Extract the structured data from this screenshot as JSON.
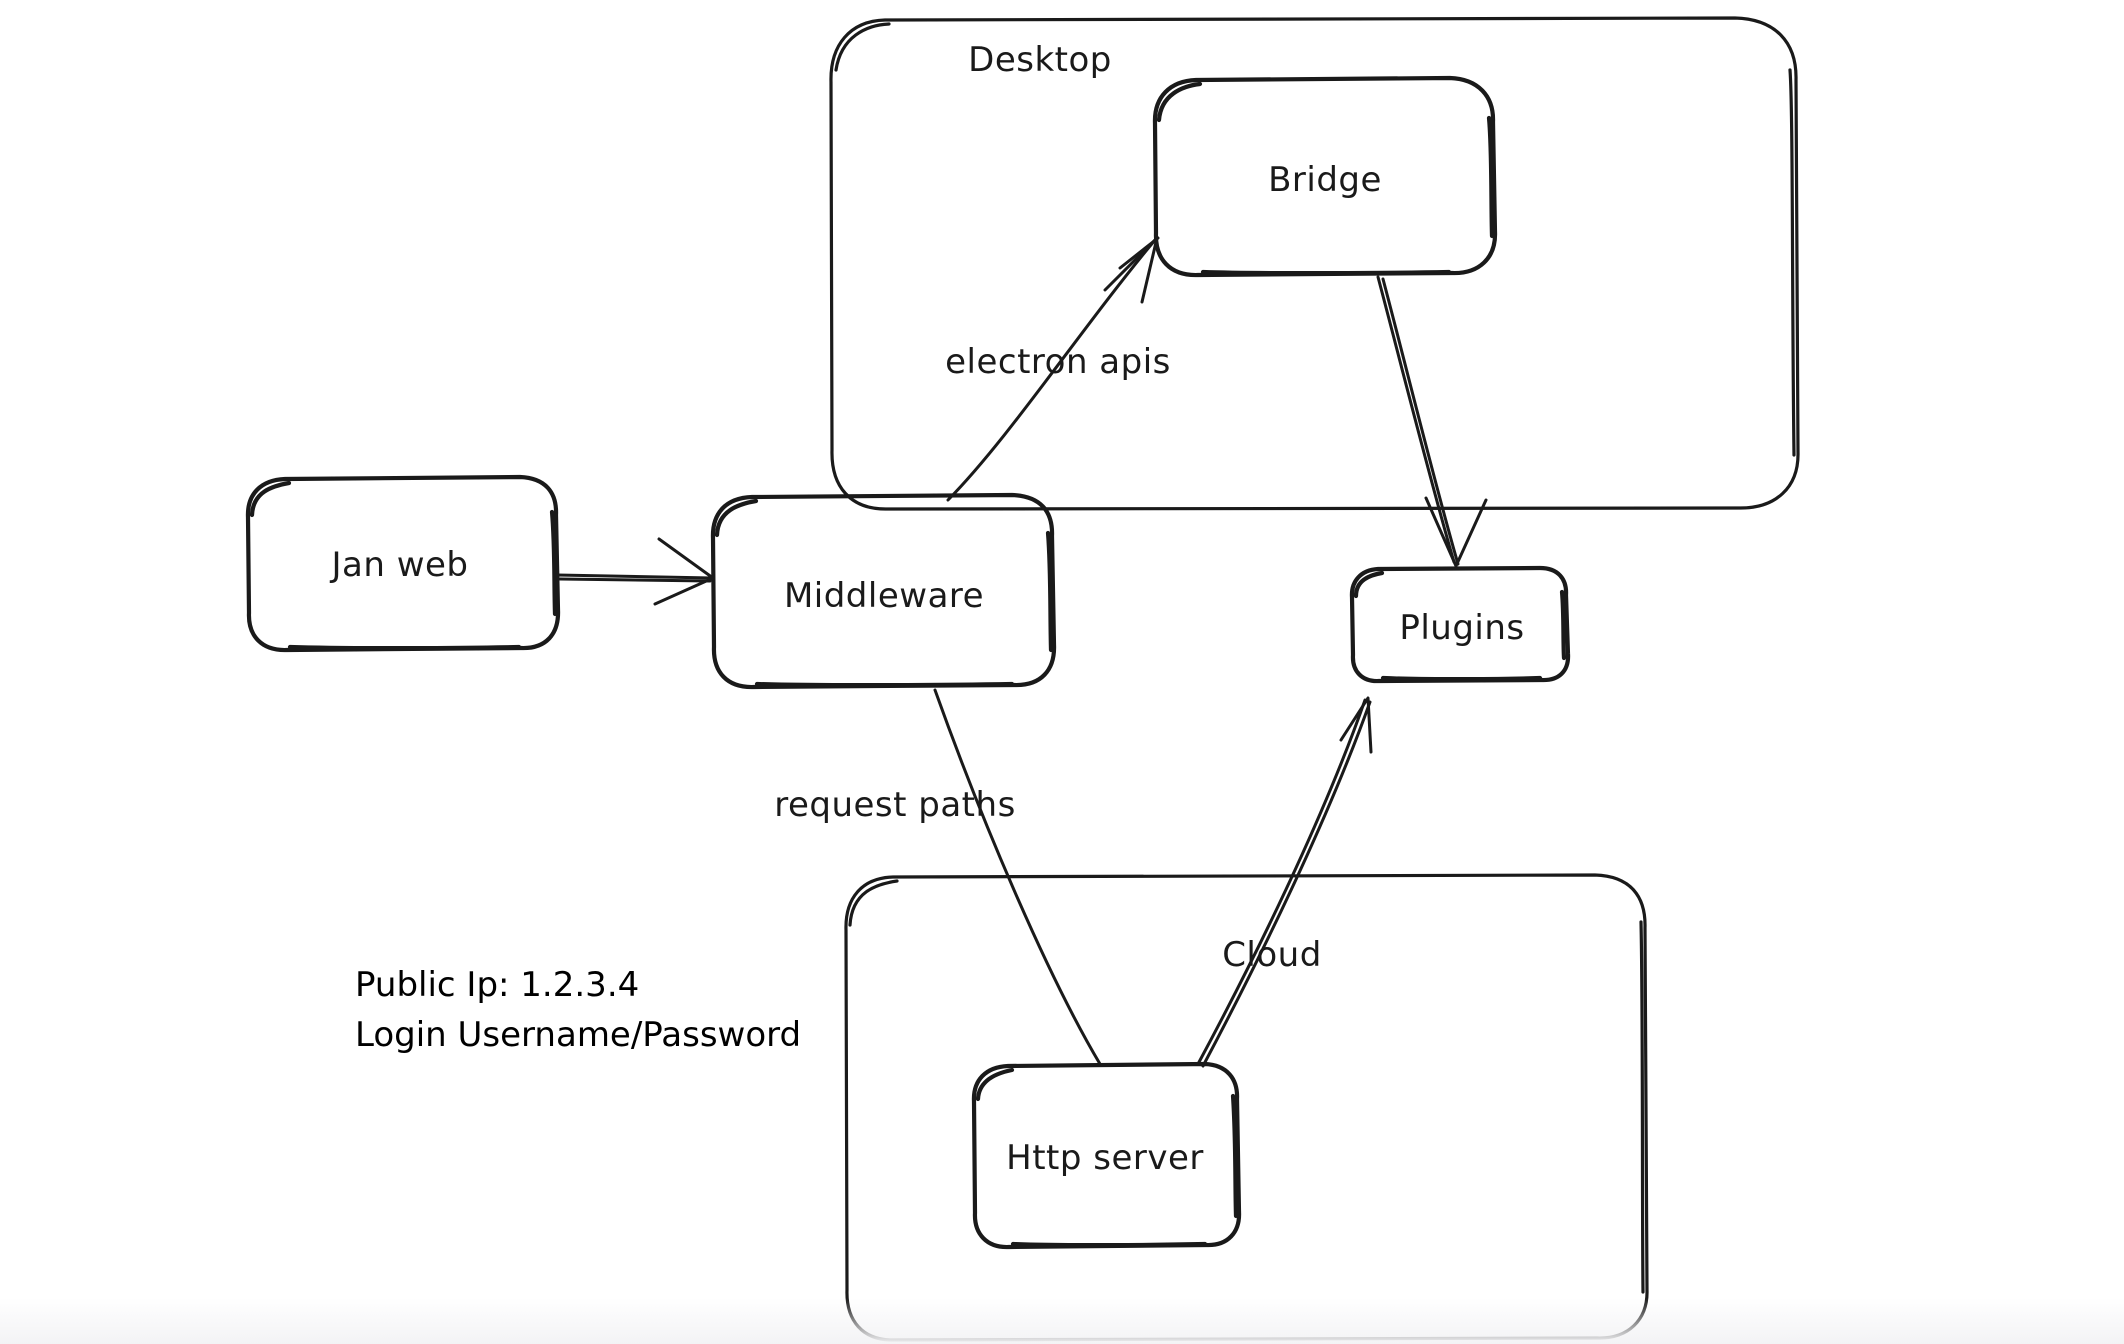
{
  "diagram": {
    "title": "Jan architecture sketch",
    "style": "hand-drawn whiteboard",
    "stroke_color": "#1a1a1a",
    "background_color": "#ffffff",
    "groups": [
      {
        "id": "desktop",
        "label": "Desktop"
      },
      {
        "id": "server-group",
        "label": ""
      }
    ],
    "nodes": [
      {
        "id": "jan-web",
        "label": "Jan web"
      },
      {
        "id": "middleware",
        "label": "Middleware"
      },
      {
        "id": "bridge",
        "label": "Bridge"
      },
      {
        "id": "plugins",
        "label": "Plugins"
      },
      {
        "id": "http-server",
        "label": "Http server"
      }
    ],
    "edges": [
      {
        "id": "janweb-middleware",
        "from": "Jan web",
        "to": "Middleware",
        "label": ""
      },
      {
        "id": "middleware-bridge",
        "from": "Middleware",
        "to": "Bridge",
        "label": "electron apis"
      },
      {
        "id": "bridge-plugins",
        "from": "Bridge",
        "to": "Plugins",
        "label": ""
      },
      {
        "id": "middleware-httpserver",
        "from": "Middleware",
        "to": "Http server",
        "label": "request paths"
      },
      {
        "id": "httpserver-plugins",
        "from": "Http server",
        "to": "Plugins",
        "label": "Cloud"
      }
    ],
    "notes": {
      "public_ip": "Public Ip: 1.2.3.4",
      "login": "Login Username/Password"
    }
  }
}
